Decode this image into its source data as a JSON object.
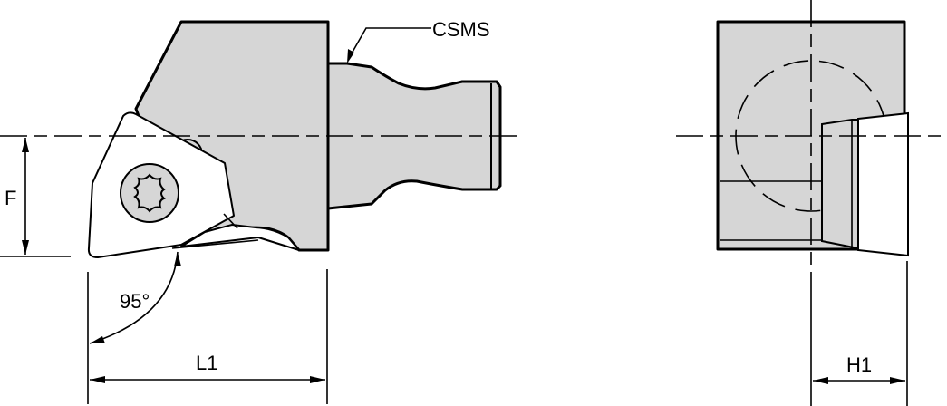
{
  "drawing": {
    "title": "Cutting unit technical drawing",
    "colors": {
      "body_fill": "#d6d6d6",
      "line": "#000000",
      "background": "#ffffff"
    },
    "labels": {
      "csms": "CSMS",
      "f": "F",
      "angle": "95°",
      "l1": "L1",
      "h1": "H1"
    },
    "views": [
      {
        "name": "side-view",
        "label": "Side view with insert, clamp screw and CSMS coupling"
      },
      {
        "name": "end-view",
        "label": "End view with H1 dimension"
      }
    ]
  }
}
